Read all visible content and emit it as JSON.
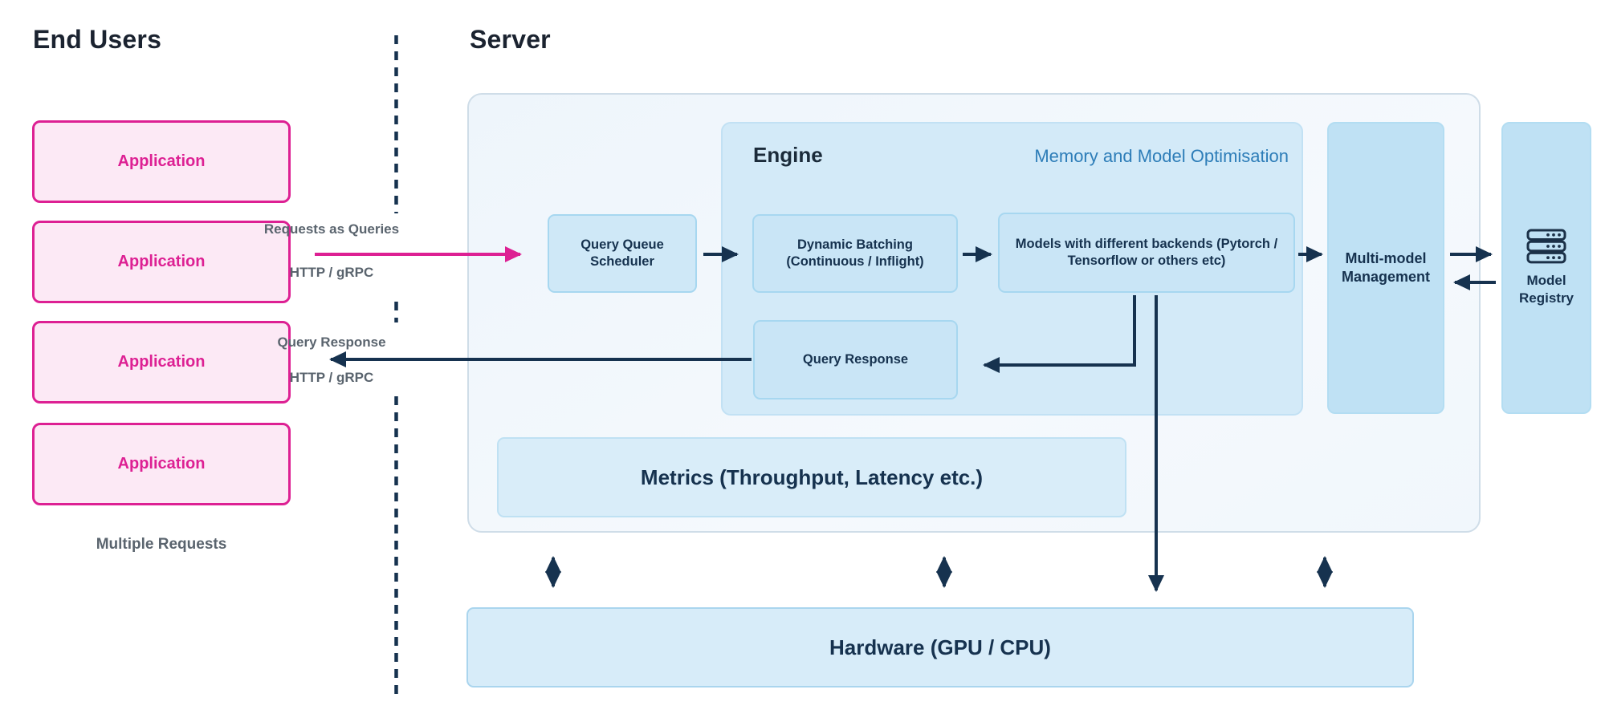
{
  "colors": {
    "ink": "#16324f",
    "heading": "#1b2330",
    "pink": "#dd2093",
    "pink-fill": "#fce9f5",
    "gray-label": "#5a646e",
    "server-fill": "#f1f7fc",
    "server-border": "#cfdde8",
    "engine-fill": "#d3eaf8",
    "engine-border": "#c2e1f4",
    "box-fill": "#c9e5f6",
    "box-border": "#a7d7f0",
    "side-fill": "#bfe1f4",
    "side-border": "#b3ddf2",
    "metrics-fill": "#d9edf9",
    "metrics-border": "#bfe1f3",
    "hw-fill": "#d7ecf9",
    "hw-border": "#aad5ee",
    "subtitle-blue": "#2d7db8"
  },
  "left": {
    "heading": "End Users",
    "applications": [
      "Application",
      "Application",
      "Application",
      "Application"
    ],
    "footer": "Multiple Requests"
  },
  "flows": {
    "request": {
      "label": "Requests as Queries",
      "protocol": "HTTP / gRPC"
    },
    "response": {
      "label": "Query Response",
      "protocol": "HTTP / gRPC"
    }
  },
  "server": {
    "heading": "Server",
    "scheduler": "Query Queue Scheduler",
    "engine": {
      "title": "Engine",
      "subtitle": "Memory and Model Optimisation",
      "dynamic_batching": "Dynamic Batching (Continuous / Inflight)",
      "models": "Models with different backends (Pytorch / Tensorflow or others etc)",
      "query_response": "Query Response"
    },
    "multi_model": "Multi-model Management",
    "metrics": "Metrics (Throughput, Latency etc.)"
  },
  "registry": {
    "label": "Model Registry",
    "icon": "server-stack-icon"
  },
  "hardware": "Hardware (GPU / CPU)"
}
